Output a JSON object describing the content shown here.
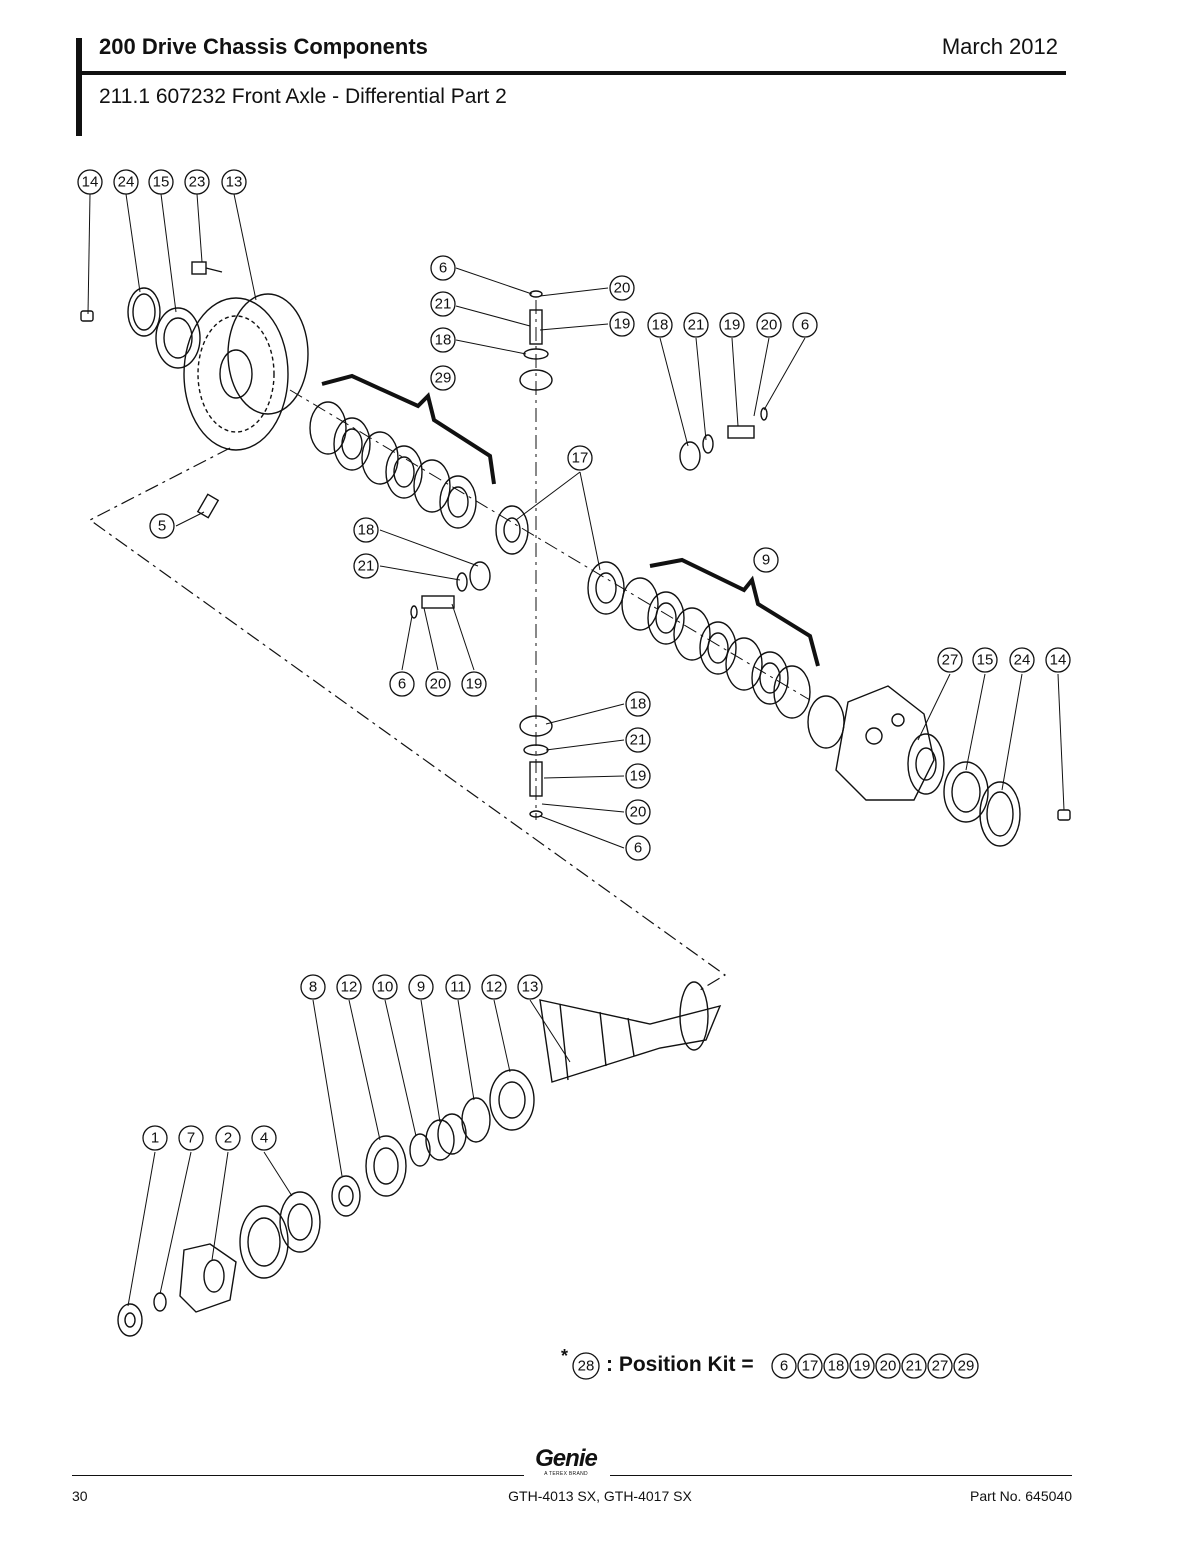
{
  "header": {
    "section_title": "200 Drive Chassis Components",
    "date": "March 2012",
    "subtitle": "211.1 607232 Front Axle - Differential Part 2"
  },
  "callouts": {
    "top_left": [
      "14",
      "24",
      "15",
      "23",
      "13"
    ],
    "spider_top": [
      "6",
      "21",
      "18",
      "29"
    ],
    "spider_top_right": [
      "20",
      "19"
    ],
    "right_cluster": [
      "18",
      "21",
      "19",
      "20",
      "6"
    ],
    "center": [
      "17",
      "5",
      "18",
      "21"
    ],
    "lower_left_group": [
      "6",
      "20",
      "19"
    ],
    "clutch_right": [
      "9"
    ],
    "case_cluster": [
      "27",
      "15",
      "24",
      "14"
    ],
    "spider_bottom": [
      "18",
      "21",
      "19",
      "20",
      "6"
    ],
    "pinion_row": [
      "8",
      "12",
      "10",
      "9",
      "11",
      "12",
      "13"
    ],
    "yoke_row": [
      "1",
      "7",
      "2",
      "4"
    ]
  },
  "kit": {
    "asterisk": "*",
    "kit_number": "28",
    "label": ": Position Kit =",
    "items": [
      "6",
      "17",
      "18",
      "19",
      "20",
      "21",
      "27",
      "29"
    ]
  },
  "footer": {
    "page_number": "30",
    "models": "GTH-4013 SX, GTH-4017 SX",
    "part_number": "Part No. 645040",
    "logo_name": "Genie",
    "logo_tagline": "A TEREX BRAND"
  }
}
